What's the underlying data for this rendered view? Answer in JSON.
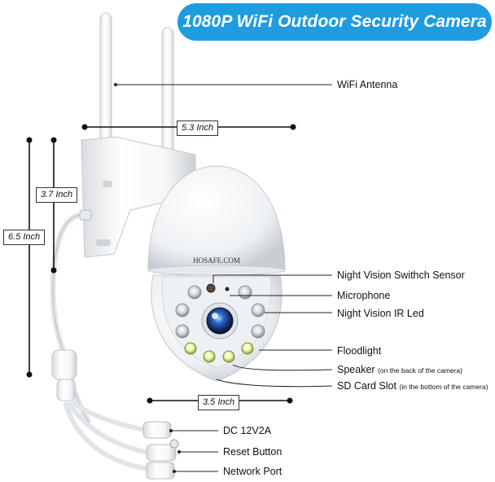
{
  "banner": {
    "title": "1080P WiFi Outdoor Security Camera"
  },
  "dimensions": {
    "width_top": "5.3 Inch",
    "height_head": "3.7 Inch",
    "height_total": "6.5 Inch",
    "width_bottom": "3.5 Inch"
  },
  "brand": "HOSAFE.COM",
  "callouts": {
    "wifi_antenna": "WiFi Antenna",
    "night_vision_sensor": "Night Vision Swithch Sensor",
    "microphone": "Microphone",
    "ir_led": "Night Vision IR Led",
    "floodlight": "Floodlight",
    "speaker": "Speaker",
    "speaker_note": "(on the back of the camera)",
    "sd_card": "SD Card Slot",
    "sd_card_note": "(in the bottom of the camera)",
    "dc": "DC 12V2A",
    "reset": "Reset Button",
    "network": "Network Port"
  },
  "colors": {
    "accent": "#1f9be0",
    "camera_body": "#ffffff",
    "lens": "#2c4a9a"
  }
}
